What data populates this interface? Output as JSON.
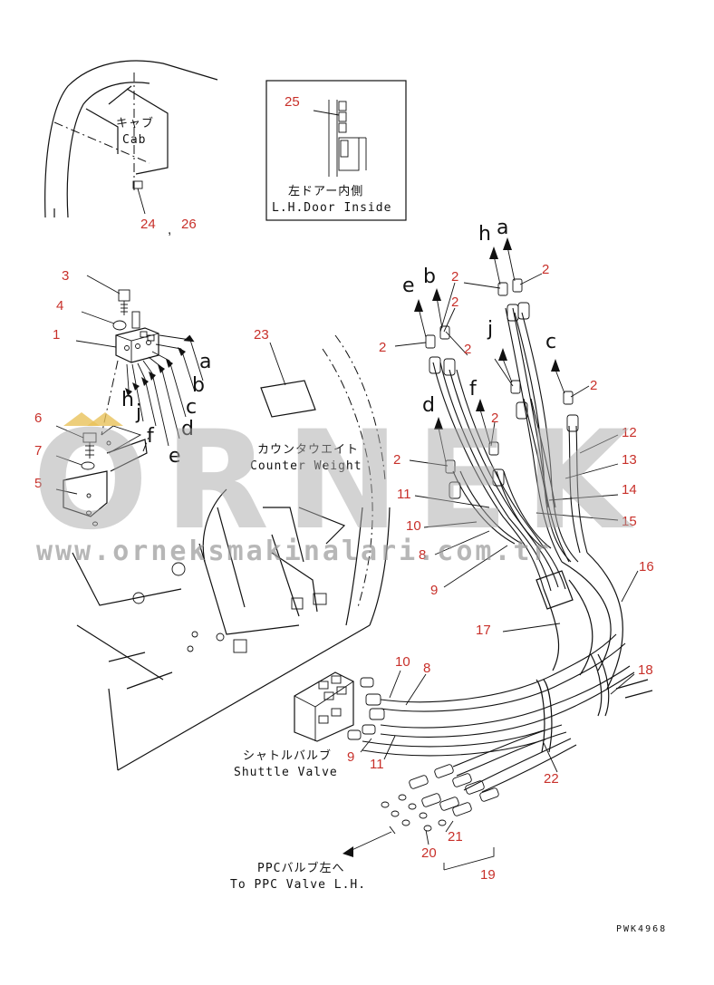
{
  "watermark": {
    "brand": "ORNEK",
    "url": "www.orneksmakinalari.com.tr"
  },
  "labels": {
    "cab_jp": "キャブ",
    "cab_en": "Cab",
    "door_jp": "左ドアー内側",
    "door_en": "L.H.Door Inside",
    "counterweight_jp": "カウンタウエイト",
    "counterweight_en": "Counter Weight",
    "shuttle_jp": "シャトルバルブ",
    "shuttle_en": "Shuttle Valve",
    "ppc_jp": "PPCバルブ左へ",
    "ppc_en": "To PPC Valve L.H.",
    "drawing_code": "PWK4968",
    "comma": ","
  },
  "part_numbers": [
    "1",
    "2",
    "3",
    "4",
    "5",
    "6",
    "7",
    "8",
    "9",
    "10",
    "11",
    "12",
    "13",
    "14",
    "15",
    "16",
    "17",
    "18",
    "19",
    "20",
    "21",
    "22",
    "23",
    "24",
    "25",
    "26"
  ],
  "port_letters": [
    "a",
    "b",
    "c",
    "d",
    "e",
    "f",
    "h",
    "j"
  ],
  "colors": {
    "callout": "#c8302a",
    "line": "#111111",
    "watermark": "#a9a9a9",
    "watermark_accent": "#e8c25a"
  }
}
